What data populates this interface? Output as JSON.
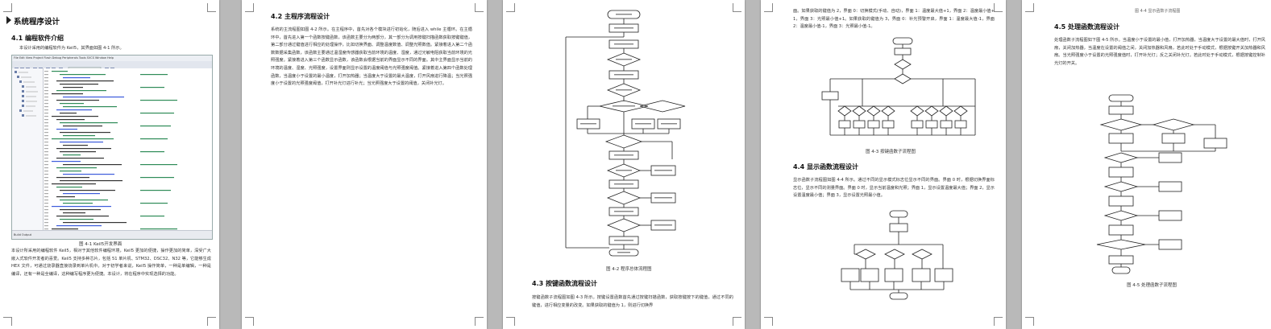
{
  "page1": {
    "chapter_title": "系统程序设计",
    "section_41": "4.1 编程软件介绍",
    "intro": "本设计采用的编程软件为 Keil5，其界面如图 4-1 所示。",
    "ide_menu": "File  Edit  View  Project  Flash  Debug  Peripherals  Tools  SVCS  Window  Help",
    "ide_status": "Build Output",
    "fig_caption": "图 4-1 Keil5开发界面",
    "para": "本设计所采用的编程软件 Keil5，相对于其他软件编程环境，Keil5 更加的便捷，操作更加的简单，深受广大嵌入式软件开发者的喜爱。Keil5 支持多种芯片，包括 51 单片机、STM32、DSC32、N32 等，它能够生成 HEX 文件，可通过烧录器直接烧录到单片机中。对于初学者来说，Keil5 操作简单，一种是单编辑，一种是编译，还有一种是全编译，这种编写程序更为便捷。本设计，将在程序中实现选择的功能。"
  },
  "page2": {
    "section_42": "4.2 主程序流程设计",
    "para": "系统的主流程图如图 4-2 所示。在主程序中，首先对各个模块进行初始化，随后进入 while 主循环。在主循环中，首先进入第一个函数按键函数，该函数主要分为两部分，其一部分为调用按键扫描函数获取按键键值，第二部分通过键值进行相应的处理操作，比如切换界面、调整温度数值、调整光照数值。紧接着进入第二个函数数据采集函数，该函数主要通过温湿度传感器获取当前环境的温度、湿度，通过光敏电阻获取当前环境的光照强度。紧接着进入第三个函数显示函数，该函数会根据当前的界面显示不同的界面。其中主界面显示当前的环境的温度、湿度、光照强度，设置界面则显示设置的温度阈值与光照强度阈值。紧接着进入第四个函数处理函数，当温度小于设置的最小温度，打开加热器；当温度大于设置的最大温度，打开风扇进行降温；当光照强度小于设置的光照强度阈值，打开补光灯进行补光；当光照强度大于设置的阈值，关闭补光灯。",
    "fig_caption": ""
  },
  "page3": {
    "fig_caption": "图 4-2 程序总体流程图",
    "section_43": "4.3 按键函数流程设计",
    "para": "按键函数子流程图如图 4-3 所示。按键设置函数首先通过按键扫描函数，获取按键按下的键值，通过不同的键值，进行相应变量的改变。如果获取的键值为 1，则进行切换界"
  },
  "page4": {
    "para_top": "面。如果获取的键值为 2，界面 0：切换模式(手动、自动)，界面 1：温度最大值+1，界面 2：温度最小值+1，界面 3：光照最小值+1。如果获取的键值为 3，界面 0：补光预警开启，界面 1：温度最大值-1，界面 2：温度最小值-1，界面 3：光照最小值-1。",
    "fig_caption": "图 4-3 按键函数子流程图",
    "section_44": "4.4 显示函数流程设计",
    "para": "显示函数子流程图如图 4-4 所示。通过不同的显示模式标志位显示不同的界面。界面 0 时，根据切换界面标志位，显示不同的测量界面。界面 0 时，显示当前温度和光照；界面 1，显示设置温度最大值；界面 2，显示设置温度最小值；界面 3，显示设置光照最小值。",
    "fig_caption_next": ""
  },
  "page5": {
    "header": "图 4-4 显示函数子流程图",
    "section_45": "4.5 处理函数流程设计",
    "para": "处理函数子流程图如下图 4-5 所示。当温度小于设置的最小值，打开加热器，当温度大于设置的最大值时，打开风扇，关闭加热器，当温度在设置的阈值之间，关闭加热器和风扇，若此时处于手动模式，根据按键开关加热器和风扇。当光照强度小于设置的光照强度值时，打开补光灯；反之关闭补光灯。若此时处于手动模式，根据按键控制补光灯的开关。",
    "fig_caption": "图 4-5 处理函数子流程图"
  }
}
